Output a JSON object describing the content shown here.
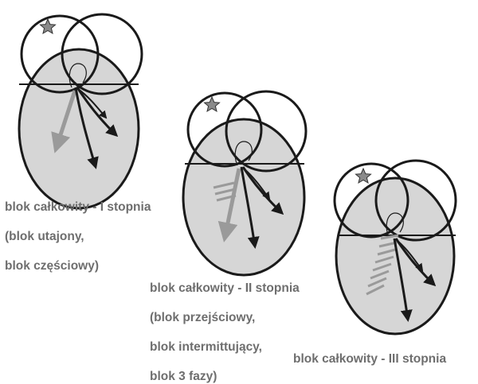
{
  "colors": {
    "fill": "#d6d6d6",
    "outline": "#1a1a1a",
    "star": "#8a8a8a",
    "gray_vector": "#9a9a9a",
    "caption": "#6e6e6e"
  },
  "diagrams": [
    {
      "id": "degree-1",
      "caption_lines": [
        "blok całkowity  - I stopnia",
        "(blok utajony,",
        "blok częściowy)"
      ]
    },
    {
      "id": "degree-2",
      "caption_lines": [
        "blok całkowity  - II stopnia",
        "(blok przejściowy,",
        "blok intermittujący,",
        "blok 3 fazy)"
      ]
    },
    {
      "id": "degree-3",
      "caption_lines": [
        "blok całkowity  - III stopnia"
      ]
    }
  ]
}
